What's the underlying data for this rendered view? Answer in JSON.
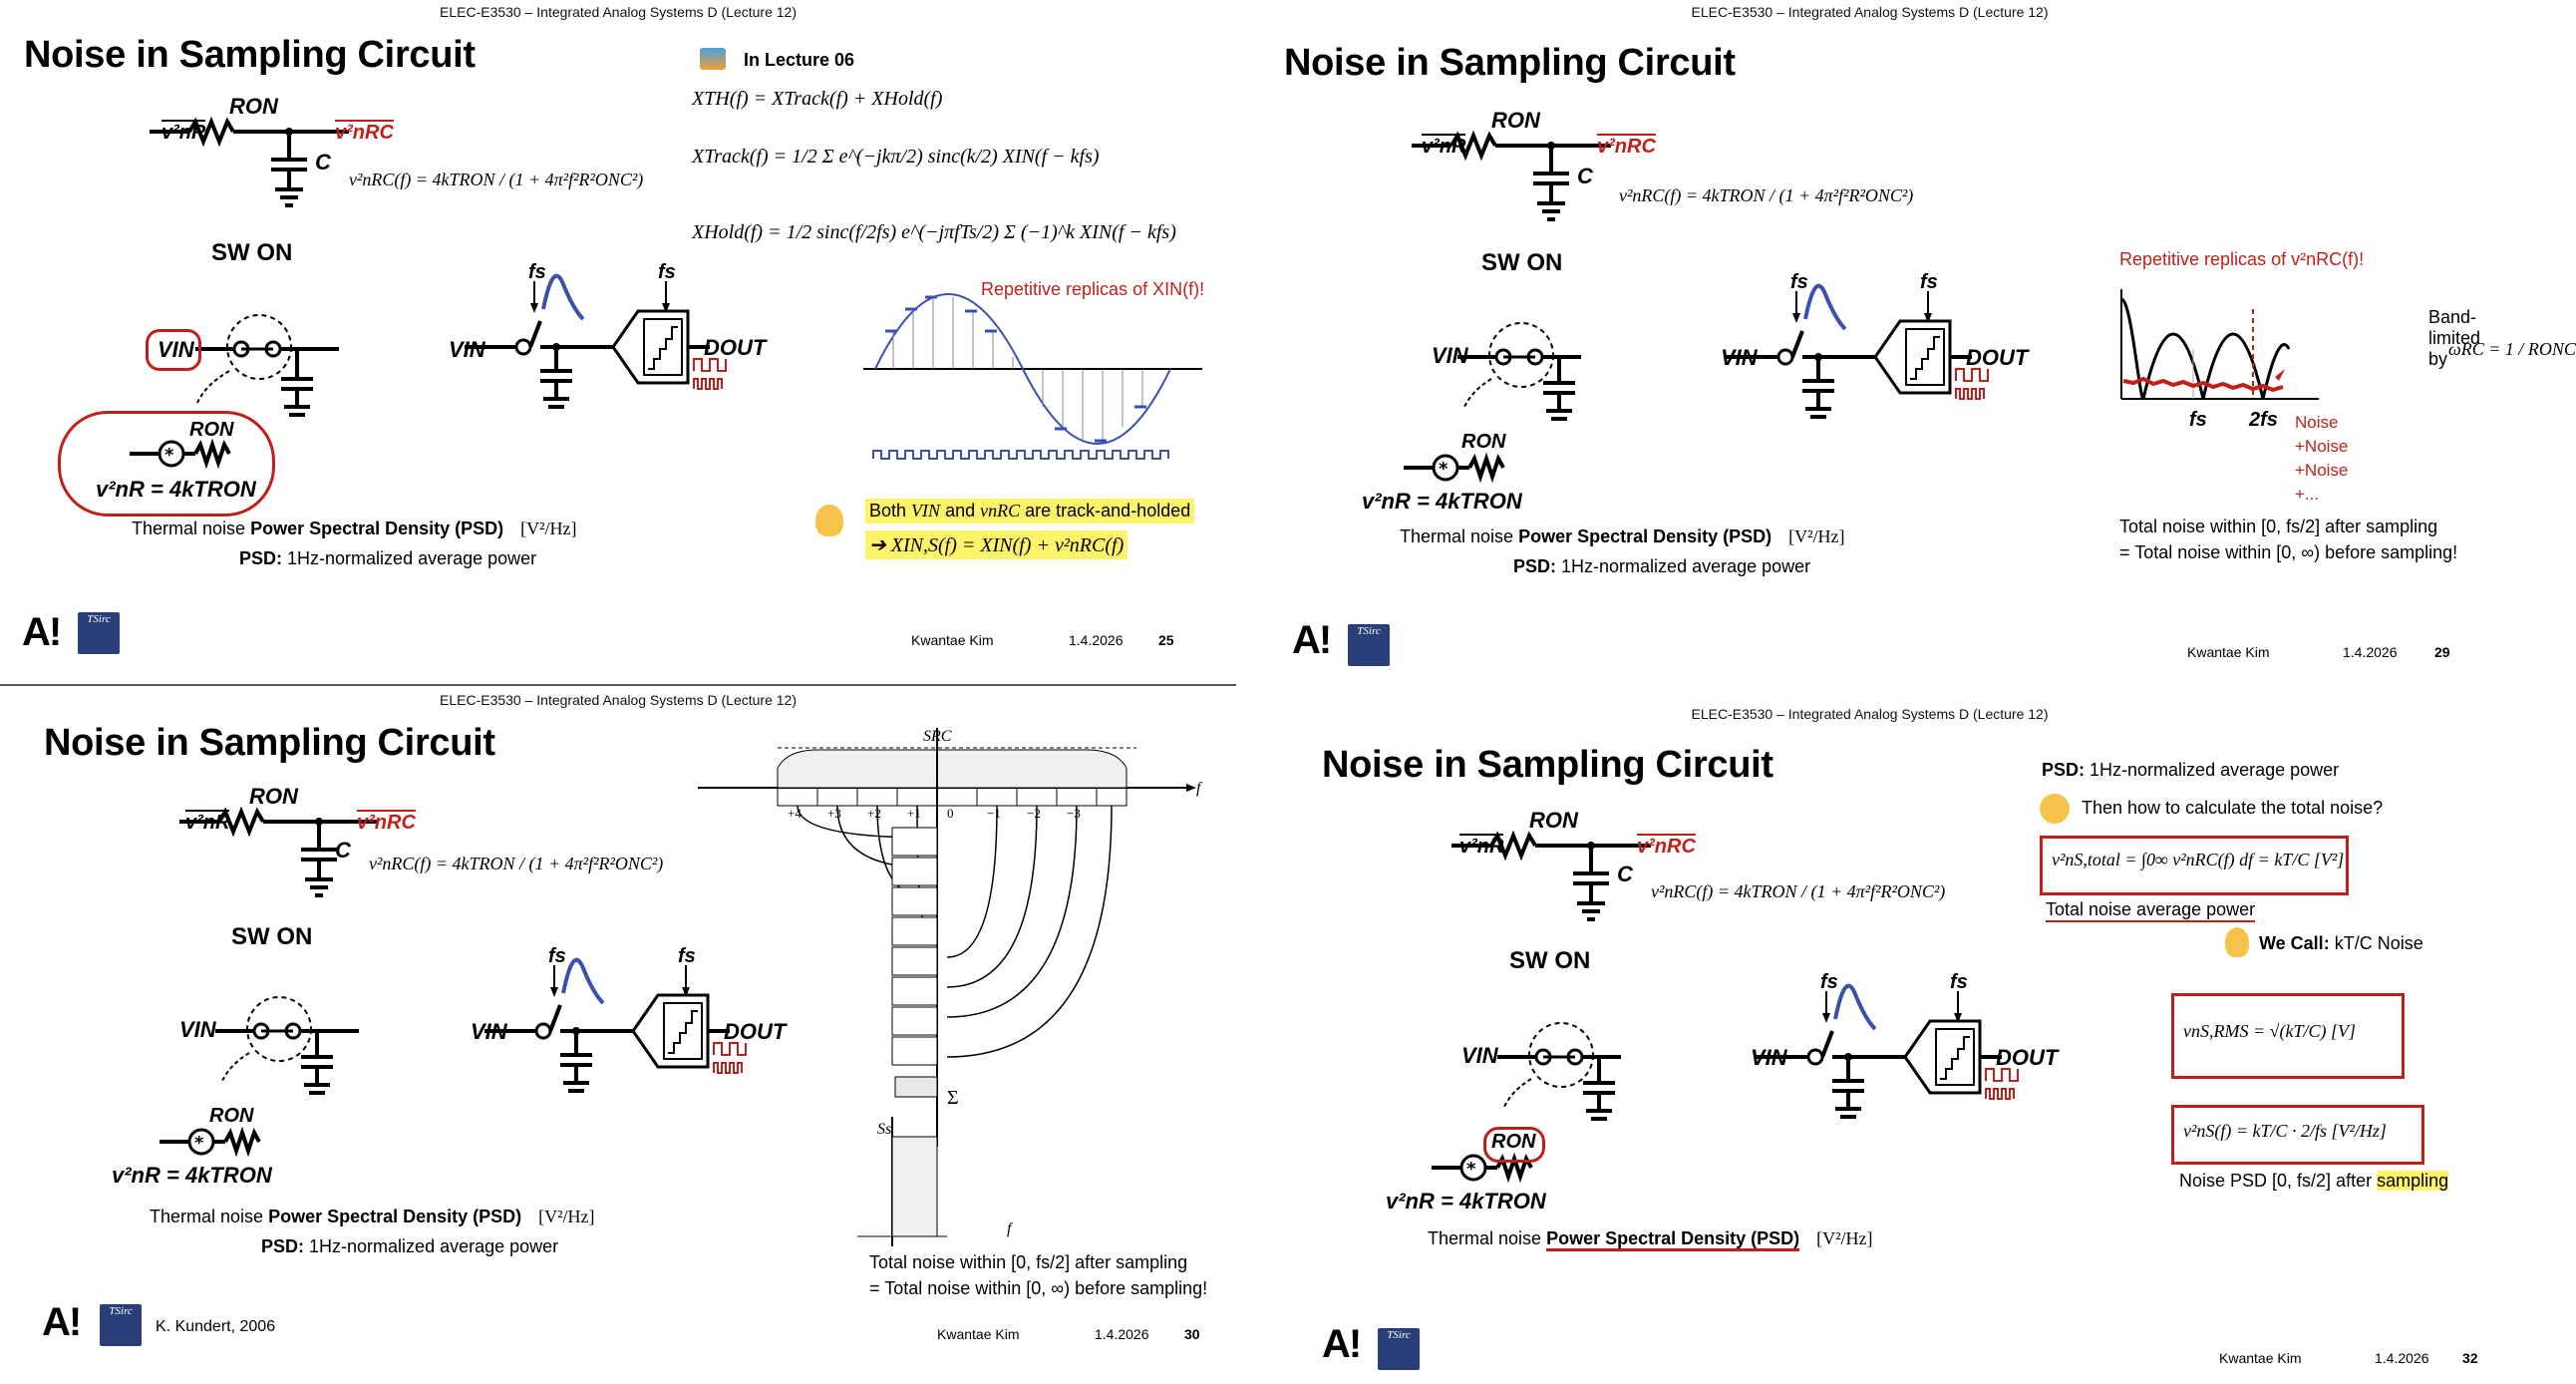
{
  "course": "ELEC-E3530 – Integrated Analog Systems D (Lecture 12)",
  "title": "Noise in Sampling Circuit",
  "circuit": {
    "vnR": "v²nR",
    "ron": "RON",
    "cap": "C",
    "vnRC": "v²nRC",
    "eq_psd": "v²nRC(f) = 4kTRON / (1 + 4π²f²R²ONC²)",
    "sw_on": "SW ON",
    "vin": "VIN",
    "dout": "DOUT",
    "fs": "fs",
    "vnR_eq": "v²nR = 4kTRON",
    "psd_line": "Thermal noise",
    "psd_bold": "Power Spectral Density (PSD)",
    "psd_unit": "[V²/Hz]",
    "psd_label": "PSD:",
    "psd_desc": "1Hz-normalized average power"
  },
  "slide25": {
    "lecture_ref": "In Lecture 06",
    "eq1": "XTH(f) = XTrack(f) + XHold(f)",
    "eq2": "XTrack(f) = 1/2 Σ e^(−jkπ/2) sinc(k/2) XIN(f − kfs)",
    "eq3": "XHold(f) = 1/2 sinc(f/2fs) e^(−jπfTs/2) Σ (−1)^k XIN(f − kfs)",
    "replicas": "Repetitive replicas of XIN(f)!",
    "note_line1_a": "Both",
    "note_line1_b": "VIN",
    "note_line1_c": "and",
    "note_line1_d": "vnRC",
    "note_line1_e": "are track-and-holded",
    "note_line2": "➔ XIN,S(f) = XIN(f) + v²nRC(f)",
    "author": "Kwantae Kim",
    "date": "1.4.2026",
    "page": "25"
  },
  "slide29": {
    "replicas": "Repetitive replicas of v²nRC(f)!",
    "bandlimited": "Band-limited by",
    "omega": "ωRC = 1 / RONC",
    "fs_tick": "fs",
    "fs2_tick": "2fs",
    "noise_list": [
      "Noise",
      "+Noise",
      "+Noise",
      "+..."
    ],
    "total1": "Total noise within [0, fs/2] after sampling",
    "total2": "= Total noise within [0, ∞) before sampling!",
    "author": "Kwantae Kim",
    "date": "1.4.2026",
    "page": "29"
  },
  "slide30": {
    "src": "SRC",
    "ss": "Ss",
    "f": "f",
    "sigma": "Σ",
    "ticks": [
      "+4",
      "+3",
      "+2",
      "+1",
      "0",
      "−1",
      "−2",
      "−3"
    ],
    "total1": "Total noise within [0, fs/2] after sampling",
    "total2": "= Total noise within [0, ∞) before sampling!",
    "credit": "K. Kundert, 2006",
    "author": "Kwantae Kim",
    "date": "1.4.2026",
    "page": "30"
  },
  "slide32": {
    "psd_label": "PSD:",
    "psd_desc": "1Hz-normalized average power",
    "question": "Then how to calculate the total noise?",
    "eq_total": "v²nS,total = ∫0∞ v²nRC(f) df = kT/C   [V²]",
    "total_power": "Total noise average power",
    "we_call": "We Call:",
    "ktc": "kT/C Noise",
    "eq_rms": "vnS,RMS = √(kT/C)   [V]",
    "eq_psd": "v²nS(f) = kT/C · 2/fs   [V²/Hz]",
    "noise_psd": "Noise PSD [0, fs/2] after",
    "sampling": "sampling",
    "author": "Kwantae Kim",
    "date": "1.4.2026",
    "page": "32"
  },
  "logo": {
    "a": "A!",
    "badge": "TSirc"
  },
  "colors": {
    "red": "#c0201a",
    "highlight": "#fff36a",
    "badge": "#2a3f7a",
    "blue": "#3b4fb0"
  }
}
